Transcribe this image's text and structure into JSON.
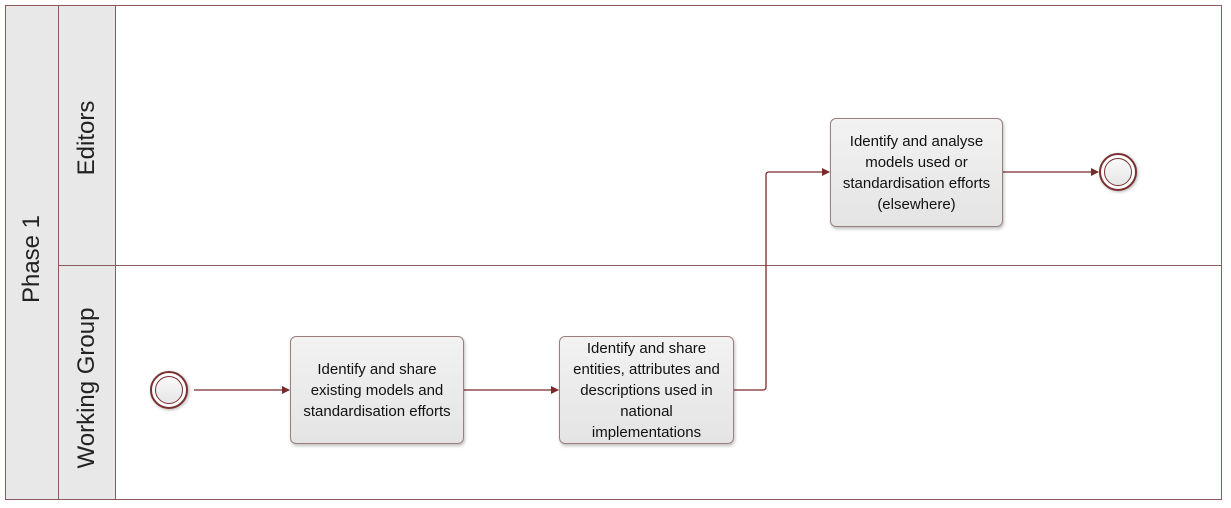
{
  "pool": {
    "label": "Phase 1"
  },
  "lanes": {
    "editors": {
      "label": "Editors"
    },
    "working_group": {
      "label": "Working Group"
    }
  },
  "tasks": {
    "share_models": {
      "label": "Identify and share existing models and standardisation efforts"
    },
    "share_entities": {
      "label": "Identify and share entities, attributes and descriptions used in national implementations"
    },
    "analyse_models": {
      "label": "Identify and analyse models used or standardisation efforts (elsewhere)"
    }
  },
  "colors": {
    "border": "#8b5a5a",
    "connector": "#7a2a2a",
    "header_fill": "#e8e8e8",
    "task_fill": "#ececec"
  }
}
